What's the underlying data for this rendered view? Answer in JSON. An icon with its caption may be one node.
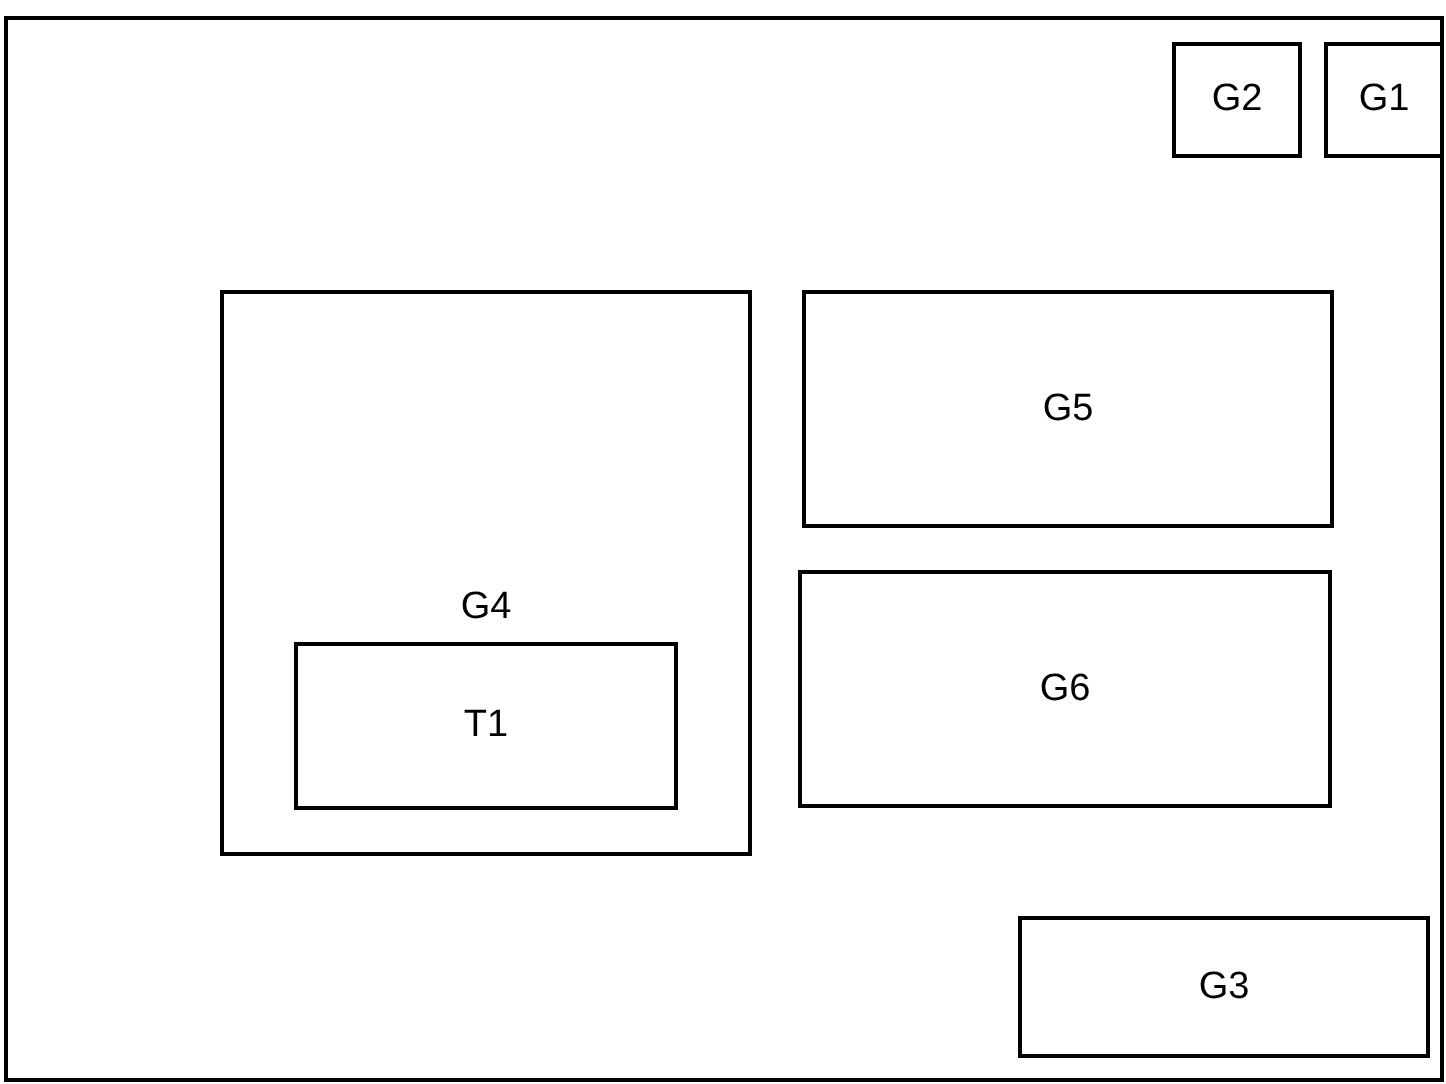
{
  "diagram": {
    "nodes": [
      {
        "text": [],
        "shape": "box"
      },
      {
        "text": [
          "G2"
        ],
        "in": 0
      },
      {
        "text": [
          "G1"
        ],
        "in": 0
      },
      {
        "text": [
          "G4"
        ],
        "in": 0
      },
      {
        "text": [
          "T1"
        ],
        "in": 3
      },
      {
        "text": [
          "G5"
        ],
        "in": 0
      },
      {
        "text": [
          "G6"
        ],
        "in": 0
      },
      {
        "text": [
          "G3"
        ],
        "in": 0
      }
    ]
  }
}
